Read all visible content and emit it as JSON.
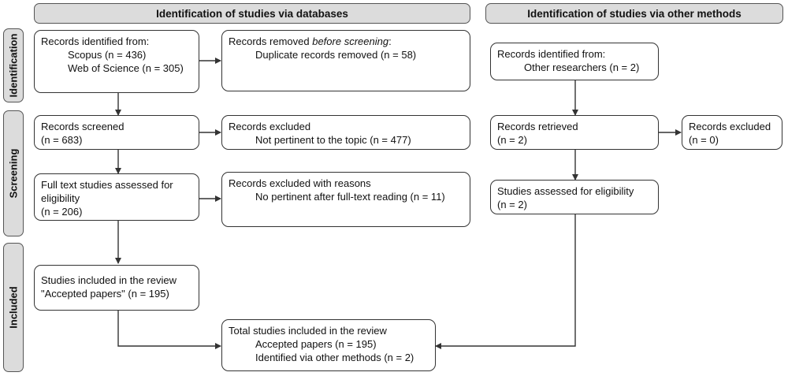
{
  "headers": {
    "databases": "Identification of studies via databases",
    "other": "Identification of studies via other methods"
  },
  "phases": {
    "identification": "Identification",
    "screening": "Screening",
    "included": "Included"
  },
  "boxes": {
    "records_identified": {
      "title": "Records identified from:",
      "line1": "Scopus (n = 436)",
      "line2": "Web of Science (n = 305)"
    },
    "records_removed": {
      "title_pre": "Records removed ",
      "title_em": "before screening",
      "title_post": ":",
      "line1": "Duplicate records removed (n = 58)"
    },
    "records_screened": {
      "title": "Records screened",
      "line1": "(n = 683)"
    },
    "records_excluded": {
      "title": "Records excluded",
      "line1": "Not pertinent to the topic (n = 477)"
    },
    "full_text": {
      "title": "Full text studies assessed for",
      "line1": "eligibility",
      "line2": "(n = 206)"
    },
    "excluded_reasons": {
      "title": "Records excluded with reasons",
      "line1": "No pertinent after full-text reading (n = 11)"
    },
    "included_review": {
      "title": "Studies included in the review",
      "line1": "\"Accepted papers\" (n = 195)"
    },
    "total_included": {
      "title": "Total studies included in the review",
      "line1": "Accepted papers (n = 195)",
      "line2": "Identified via other methods (n = 2)"
    },
    "other_identified": {
      "title": "Records identified from:",
      "line1": "Other researchers (n = 2)"
    },
    "records_retrieved": {
      "title": "Records retrieved",
      "line1": "(n = 2)"
    },
    "other_excluded": {
      "title": "Records excluded",
      "line1": "(n = 0)"
    },
    "other_assessed": {
      "title": "Studies assessed for eligibility",
      "line1": "(n = 2)"
    }
  }
}
